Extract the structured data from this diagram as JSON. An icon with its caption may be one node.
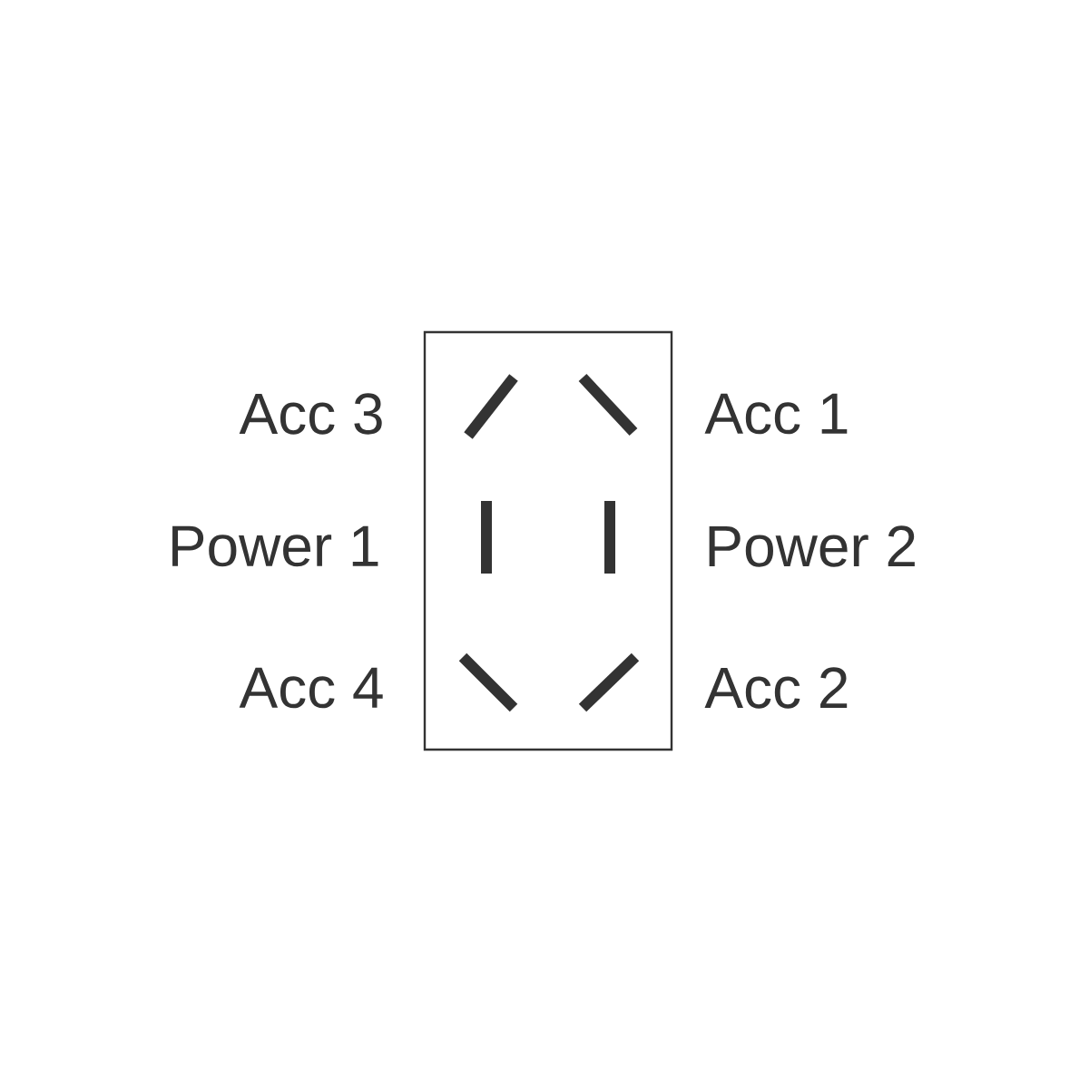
{
  "diagram": {
    "labels": [
      "Acc 3",
      "Acc 1",
      "Power 1",
      "Power 2",
      "Acc 4",
      "Acc 2"
    ]
  }
}
